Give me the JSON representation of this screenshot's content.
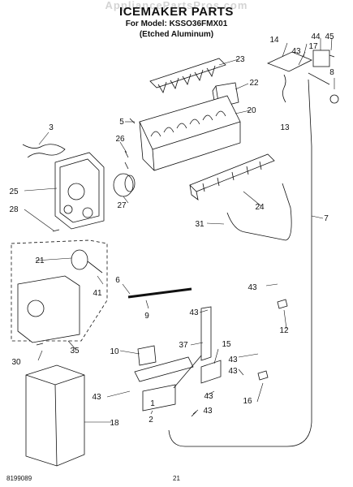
{
  "header": {
    "watermark": "AppliancePartsPros.com",
    "title": "ICEMAKER PARTS",
    "model": "For Model: KSSO36FMX01",
    "finish": "(Etched Aluminum)"
  },
  "callouts": [
    "1",
    "2",
    "3",
    "5",
    "6",
    "7",
    "8",
    "9",
    "10",
    "12",
    "13",
    "14",
    "15",
    "16",
    "17",
    "18",
    "20",
    "21",
    "22",
    "23",
    "24",
    "25",
    "26",
    "27",
    "28",
    "30",
    "31",
    "35",
    "37",
    "41",
    "43",
    "44",
    "45"
  ],
  "footer": {
    "doc_number": "8199089",
    "page_number": "21"
  }
}
